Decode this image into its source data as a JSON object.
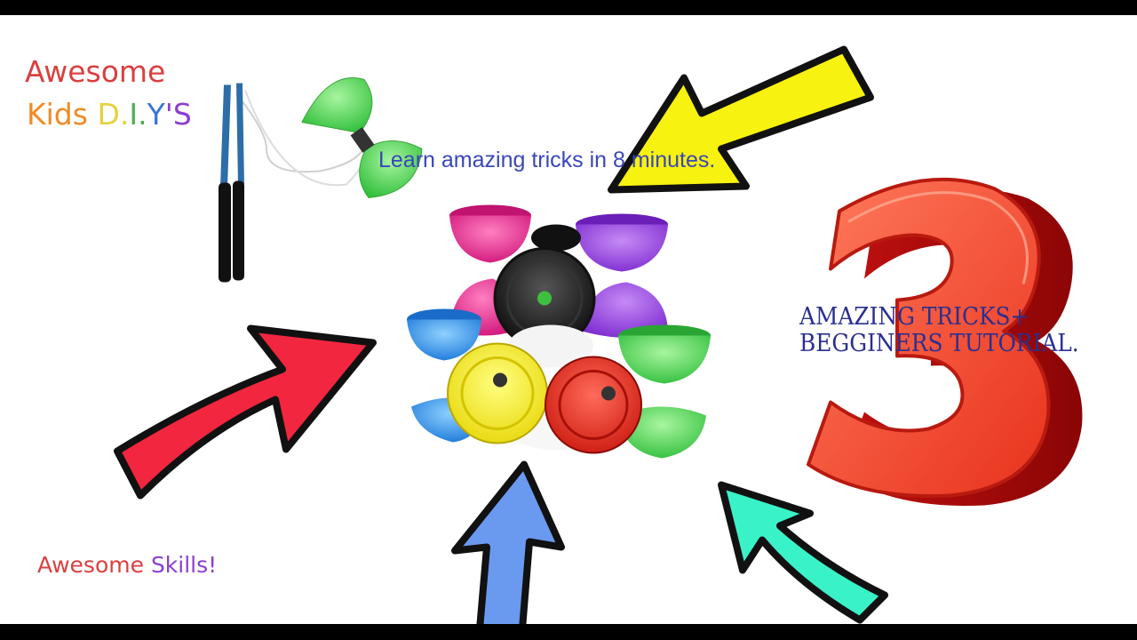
{
  "brand": {
    "line1": "Awesome",
    "line2_word": "Kids",
    "line2_rest": "D.I.Y'S",
    "colors": {
      "awesome": "#d94040",
      "kids": "#f08a24",
      "d": "#e6d23a",
      "i": "#4caf50",
      "y": "#3b73d9",
      "s": "#8a3fd1"
    }
  },
  "tagline": "Learn amazing tricks in 8 minutes.",
  "tricks_note": {
    "line1": "AMAZING TRICKS+",
    "line2": "BEGGINERS TUTORIAL."
  },
  "big_number": "3",
  "footer": {
    "word1": "Awesome",
    "word2": "Skills!",
    "word1_color": "#d94040",
    "word2_color": "#8a3fd1"
  },
  "arrows": [
    {
      "name": "yellow-arrow",
      "color": "#f7f20f"
    },
    {
      "name": "red-arrow",
      "color": "#f2263f"
    },
    {
      "name": "blue-arrow",
      "color": "#6a9af0"
    },
    {
      "name": "teal-arrow",
      "color": "#3af2c8"
    }
  ],
  "icons": [
    "diabolo-with-sticks-icon",
    "diabolo-stack-icon",
    "number-three-icon"
  ]
}
